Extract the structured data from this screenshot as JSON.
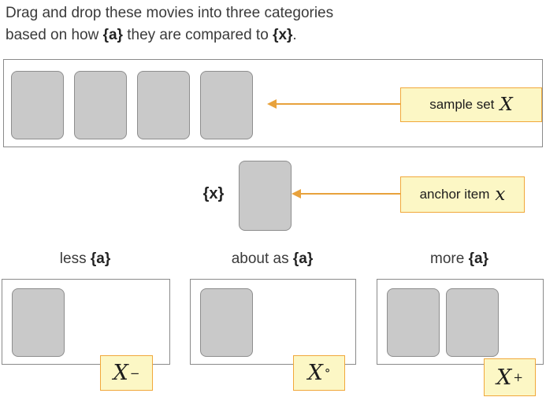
{
  "title": {
    "line1": "Drag and drop these movies into three categories",
    "line2": {
      "pre": "based on how ",
      "attr_token": "{a}",
      "mid": " they are compared to ",
      "anchor_token": "{x}",
      "post": "."
    }
  },
  "sample_set": {
    "card_count": 4,
    "annotation": {
      "text": "sample set",
      "symbol": "X"
    }
  },
  "anchor": {
    "tag": "{x}",
    "annotation": {
      "text": "anchor item",
      "symbol": "x"
    }
  },
  "categories": [
    {
      "heading": {
        "pre": "less ",
        "bold": "{a}"
      },
      "card_count": 1,
      "badge": {
        "base": "X",
        "sup": "−"
      }
    },
    {
      "heading": {
        "pre": "about as ",
        "bold": "{a}"
      },
      "card_count": 1,
      "badge": {
        "base": "X",
        "sup": "°"
      }
    },
    {
      "heading": {
        "pre": "more ",
        "bold": "{a}"
      },
      "card_count": 2,
      "badge": {
        "base": "X",
        "sup": "+"
      }
    }
  ],
  "colors": {
    "annotation_bg": "#FCF7C5",
    "annotation_border": "#F1A83B",
    "arrow": "#E8A23C",
    "card_fill": "#C9C9C9",
    "card_border": "#8E8E8E",
    "box_border": "#8A8A8A",
    "text": "#3A3A3A"
  }
}
